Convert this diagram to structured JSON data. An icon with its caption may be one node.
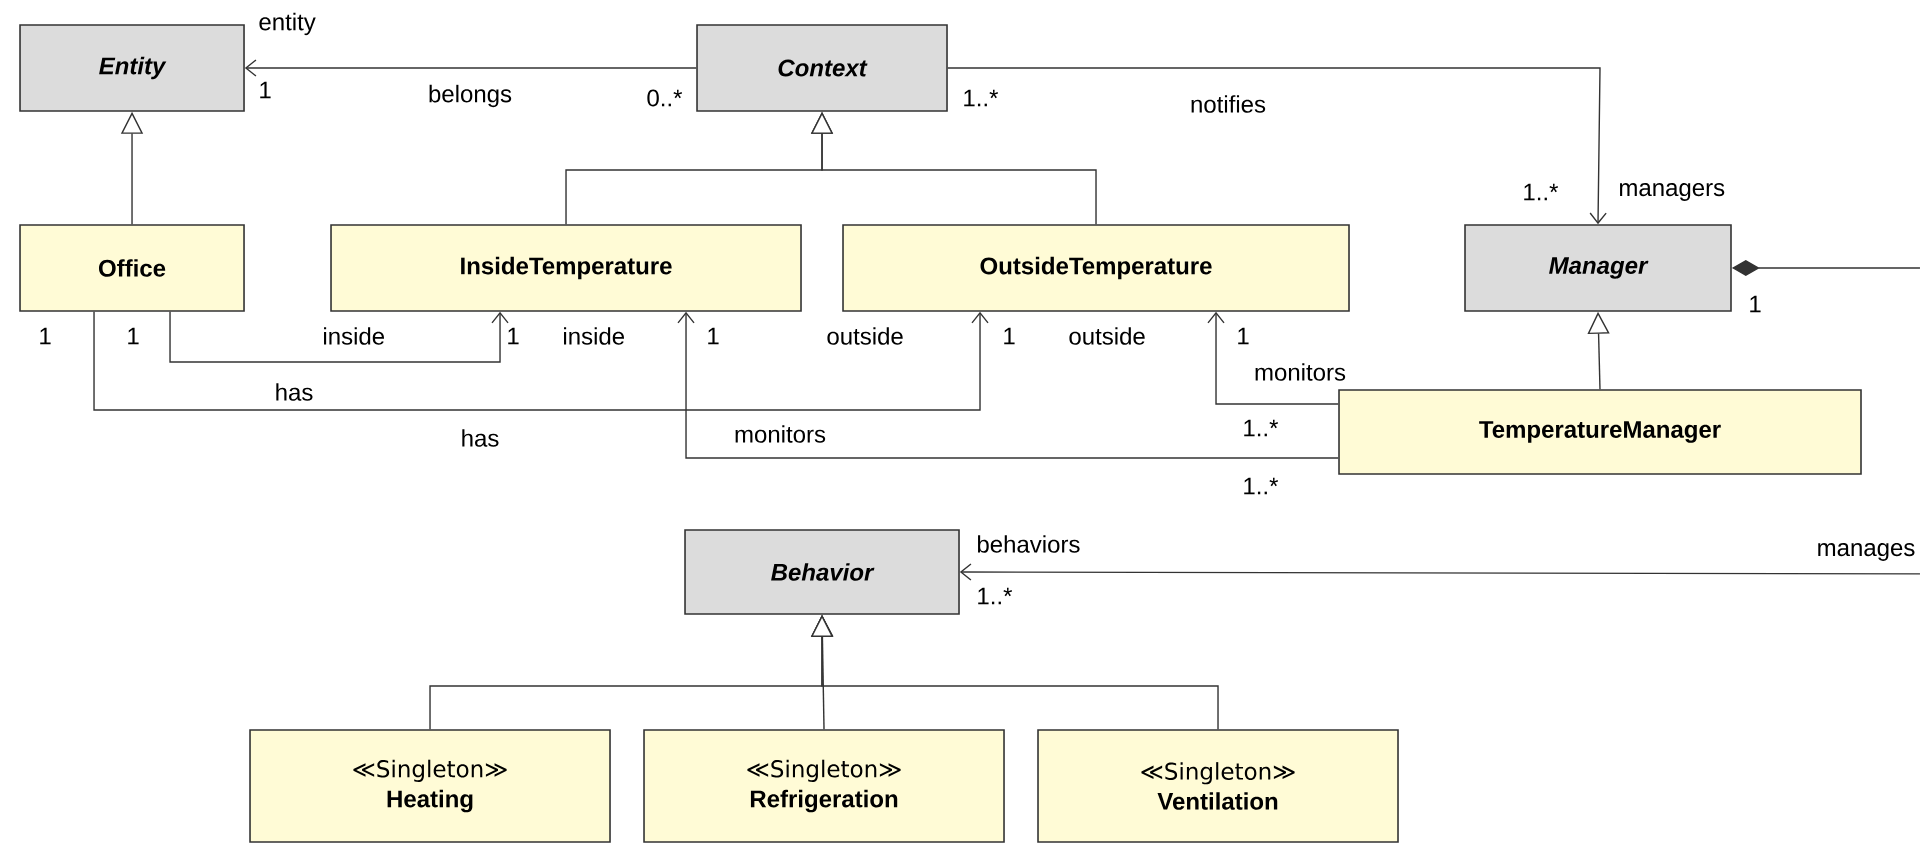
{
  "diagram": {
    "nodes": [
      {
        "text": [
          "Entity"
        ]
      },
      {
        "text": [
          "Context"
        ]
      },
      {
        "text": [
          "Office"
        ]
      },
      {
        "text": [
          "InsideTemperature"
        ]
      },
      {
        "text": [
          "OutsideTemperature"
        ]
      },
      {
        "text": [
          "Manager"
        ]
      },
      {
        "text": [
          "TemperatureManager"
        ]
      },
      {
        "text": [
          "Behavior"
        ]
      },
      {
        "text": [
          "≪Singleton≫",
          "Heating"
        ]
      },
      {
        "text": [
          "≪Singleton≫",
          "Refrigeration"
        ]
      },
      {
        "text": [
          "≪Singleton≫",
          "Ventilation"
        ]
      }
    ],
    "edges": [
      {
        "from": 1,
        "to": 0,
        "arrow": "to",
        "label": "belongs"
      },
      {
        "from": 2,
        "to": 0,
        "arrow": "to"
      },
      {
        "from": 3,
        "to": 1,
        "arrow": "to"
      },
      {
        "from": 4,
        "to": 1,
        "arrow": "to"
      },
      {
        "from": 2,
        "to": 3,
        "arrow": "to",
        "label": "has"
      },
      {
        "from": 2,
        "to": 4,
        "arrow": "to",
        "label": "has"
      },
      {
        "from": 6,
        "to": 3,
        "arrow": "to",
        "label": "monitors"
      },
      {
        "from": 6,
        "to": 4,
        "arrow": "to",
        "label": "monitors"
      },
      {
        "from": 1,
        "to": 5,
        "arrow": "to",
        "label": "notifies"
      },
      {
        "from": 6,
        "to": 5,
        "arrow": "to"
      },
      {
        "from": 5,
        "to": 7,
        "arrow": "to",
        "label": "manages"
      },
      {
        "from": 8,
        "to": 7,
        "arrow": "to"
      },
      {
        "from": 9,
        "to": 7,
        "arrow": "to"
      },
      {
        "from": 10,
        "to": 7,
        "arrow": "to"
      }
    ],
    "labels": [
      "entity",
      "1",
      "0..*",
      "1..*",
      "1..*",
      "managers",
      "1",
      "1",
      "1",
      "inside",
      "1",
      "inside",
      "1",
      "outside",
      "1",
      "outside",
      "1",
      "1..*",
      "1..*",
      "behaviors",
      "1..*"
    ]
  }
}
